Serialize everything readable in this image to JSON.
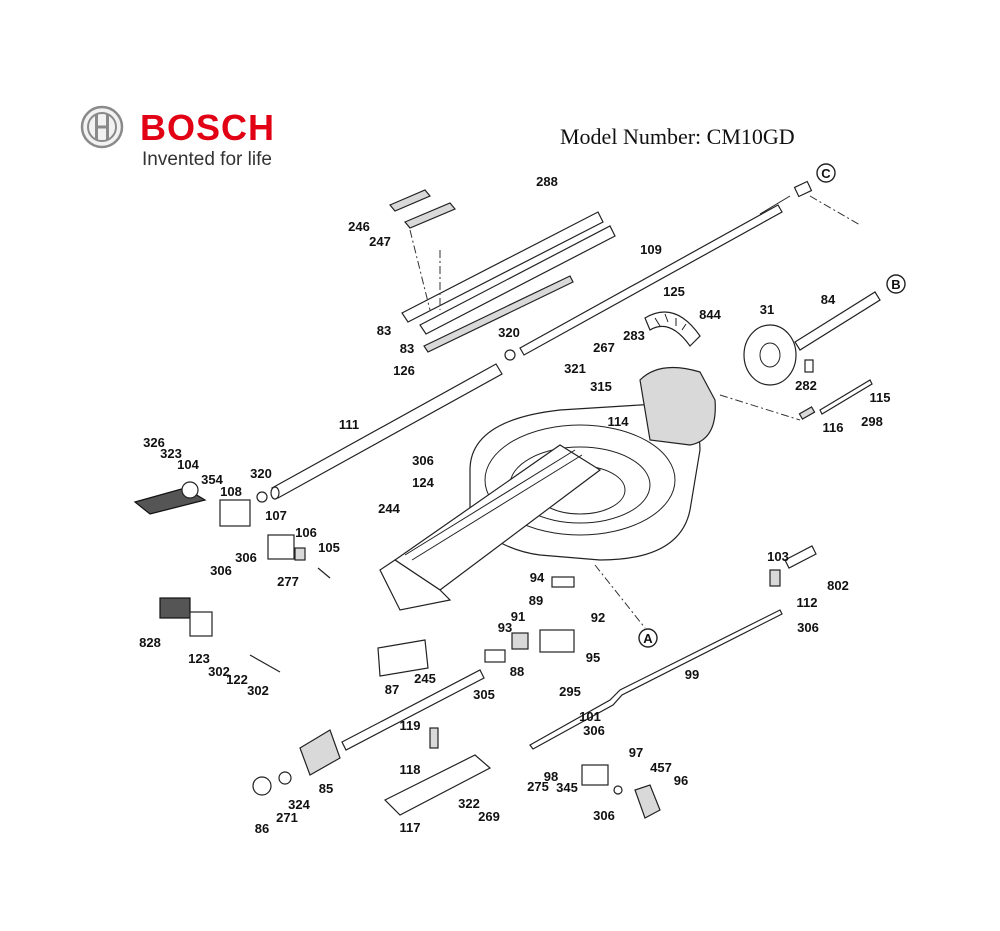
{
  "brand": {
    "name": "BOSCH",
    "tagline": "Invented for life",
    "color": "#e20015"
  },
  "model_title": "Model Number: CM10GD",
  "callouts": [
    "A",
    "B",
    "C"
  ],
  "part_labels": [
    "288",
    "246",
    "247",
    "109",
    "125",
    "844",
    "283",
    "267",
    "321",
    "315",
    "83",
    "83",
    "320",
    "126",
    "84",
    "31",
    "282",
    "115",
    "298",
    "116",
    "111",
    "114",
    "306",
    "124",
    "326",
    "323",
    "104",
    "354",
    "320",
    "108",
    "107",
    "106",
    "306",
    "306",
    "277",
    "105",
    "244",
    "103",
    "802",
    "94",
    "89",
    "92",
    "91",
    "93",
    "95",
    "88",
    "305",
    "295",
    "112",
    "306",
    "828",
    "123",
    "302",
    "122",
    "302",
    "245",
    "87",
    "99",
    "101",
    "306",
    "119",
    "118",
    "97",
    "457",
    "96",
    "98",
    "275",
    "345",
    "306",
    "85",
    "324",
    "271",
    "86",
    "322",
    "269",
    "117"
  ]
}
